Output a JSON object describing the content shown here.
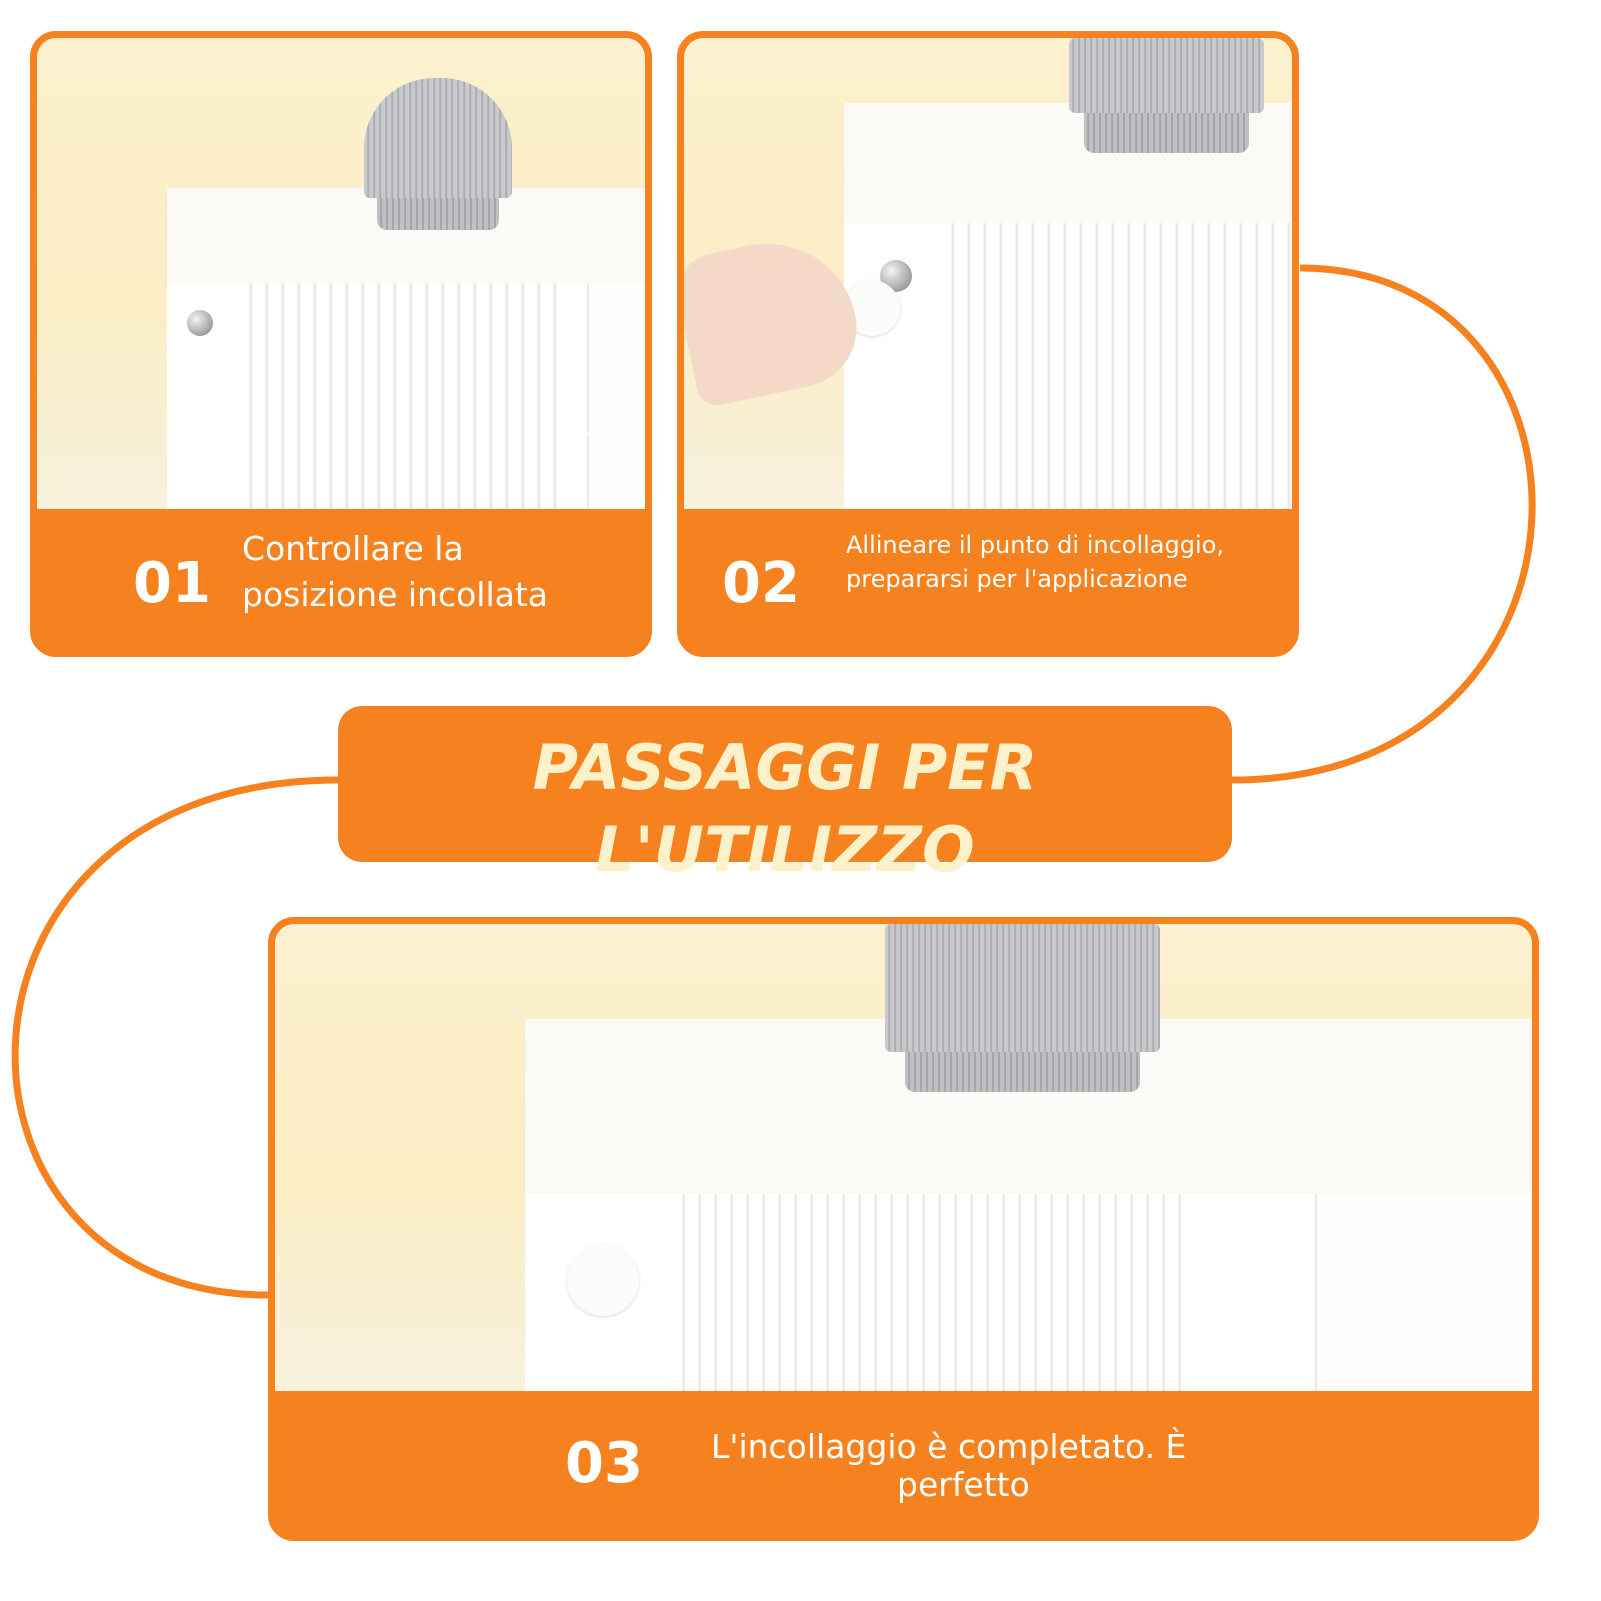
{
  "title": {
    "line1": "PASSAGGI PER",
    "line2": "L'UTILIZZO"
  },
  "steps": [
    {
      "number": "01",
      "line1": "Controllare la",
      "line2": "posizione incollata"
    },
    {
      "number": "02",
      "line1": "Allineare il punto di incollaggio,",
      "line2": "prepararsi per l'applicazione"
    },
    {
      "number": "03",
      "line1": "L'incollaggio è completato. È",
      "line2": "perfetto"
    }
  ],
  "colors": {
    "accent": "#f5811f",
    "title_text": "#fdf1c9",
    "background": "#ffffff"
  }
}
